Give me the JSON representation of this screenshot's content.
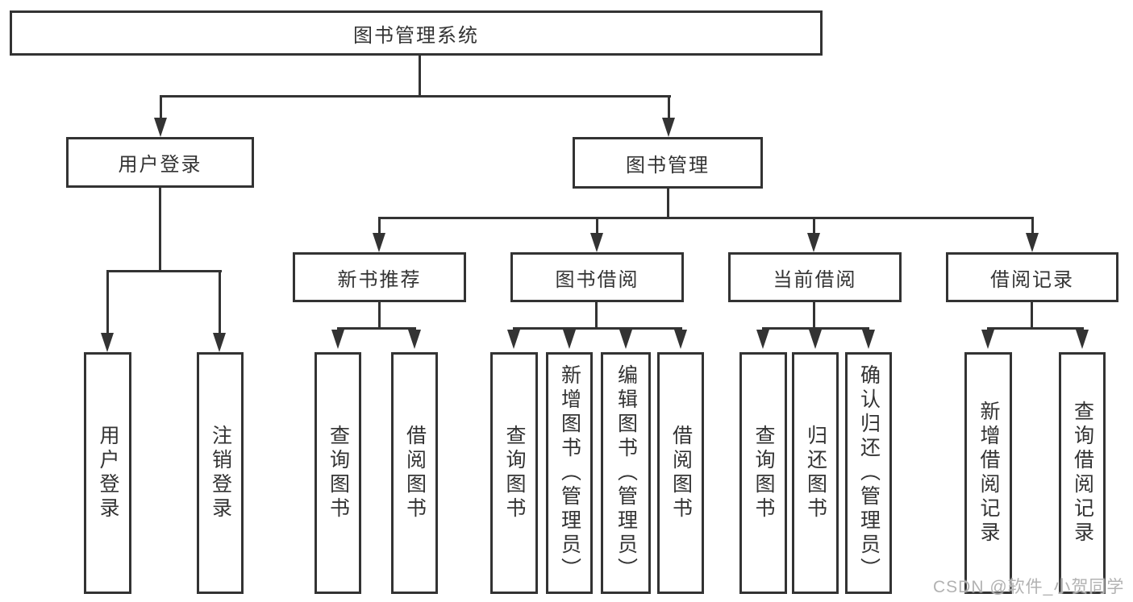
{
  "title": "图书管理系统",
  "watermark": "CSDN @软件_小贺同学",
  "colors": {
    "line": "#333333",
    "box_background": "#ffffff",
    "text": "#333333",
    "watermark": "#b2b2b2"
  },
  "branches": {
    "user_login": {
      "label": "用户登录",
      "children": [
        {
          "label": "用户登录"
        },
        {
          "label": "注销登录"
        }
      ]
    },
    "book_mgmt": {
      "label": "图书管理",
      "groups": [
        {
          "label": "新书推荐",
          "children": [
            {
              "label": "查询图书"
            },
            {
              "label": "借阅图书"
            }
          ]
        },
        {
          "label": "图书借阅",
          "children": [
            {
              "label": "查询图书"
            },
            {
              "label": "新增图书（管理员）"
            },
            {
              "label": "编辑图书（管理员）"
            },
            {
              "label": "借阅图书"
            }
          ]
        },
        {
          "label": "当前借阅",
          "children": [
            {
              "label": "查询图书"
            },
            {
              "label": "归还图书"
            },
            {
              "label": "确认归还（管理员）"
            }
          ]
        },
        {
          "label": "借阅记录",
          "children": [
            {
              "label": "新增借阅记录"
            },
            {
              "label": "查询借阅记录"
            }
          ]
        }
      ]
    }
  }
}
